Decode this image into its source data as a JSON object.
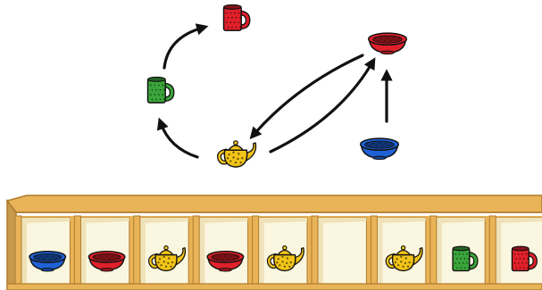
{
  "colors": {
    "red": "#e0202a",
    "green": "#3aa53a",
    "yellow": "#f2c417",
    "blue": "#1f62d6",
    "wood": "#e9b458",
    "wood_dark": "#b07a2c",
    "cell": "#fbf6df",
    "outline": "#111111"
  },
  "diagram": {
    "nodes": [
      {
        "id": "red-mug",
        "kind": "mug",
        "color": "red"
      },
      {
        "id": "red-bowl",
        "kind": "bowl",
        "color": "red"
      },
      {
        "id": "green-mug",
        "kind": "mug",
        "color": "green"
      },
      {
        "id": "yellow-teapot",
        "kind": "teapot",
        "color": "yellow"
      },
      {
        "id": "blue-bowl",
        "kind": "bowl",
        "color": "blue"
      }
    ],
    "edges": [
      {
        "from": "green-mug",
        "to": "red-mug"
      },
      {
        "from": "yellow-teapot",
        "to": "green-mug"
      },
      {
        "from": "red-bowl",
        "to": "yellow-teapot"
      },
      {
        "from": "yellow-teapot",
        "to": "red-bowl"
      },
      {
        "from": "blue-bowl",
        "to": "red-bowl"
      }
    ]
  },
  "shelf": {
    "cells": [
      {
        "kind": "bowl",
        "color": "blue"
      },
      {
        "kind": "bowl",
        "color": "red"
      },
      {
        "kind": "teapot",
        "color": "yellow"
      },
      {
        "kind": "bowl",
        "color": "red"
      },
      {
        "kind": "teapot",
        "color": "yellow"
      },
      {
        "kind": "empty",
        "color": ""
      },
      {
        "kind": "teapot",
        "color": "yellow"
      },
      {
        "kind": "mug",
        "color": "green"
      },
      {
        "kind": "mug",
        "color": "red"
      }
    ]
  }
}
